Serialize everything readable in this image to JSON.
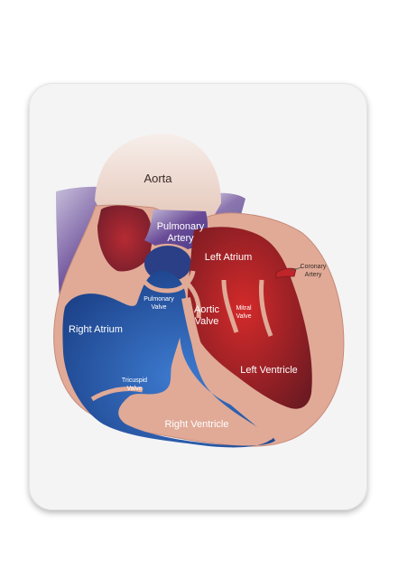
{
  "labels": {
    "aorta": "Aorta",
    "pulmonary_artery_1": "Pulmonary",
    "pulmonary_artery_2": "Artery",
    "left_atrium": "Left Atrium",
    "pulmonary_valve_1": "Pulmonary",
    "pulmonary_valve_2": "Valve",
    "aortic_valve_1": "Aortic",
    "aortic_valve_2": "Valve",
    "mitral_valve_1": "Mitral",
    "mitral_valve_2": "Valve",
    "coronary_artery_1": "Coronary",
    "coronary_artery_2": "Artery",
    "right_atrium": "Right Atrium",
    "tricuspid_valve_1": "Tricuspid",
    "tricuspid_valve_2": "Valve",
    "left_ventricle": "Left Ventricle",
    "right_ventricle": "Right Ventricle"
  },
  "colors": {
    "pad": "#f4f4f5",
    "muscle": "#e0aa97",
    "aorta": "#ecd6cb",
    "deoxygenated": "#1f4f9e",
    "oxygenated": "#b51f24",
    "vena_cava": "#6a4c97"
  }
}
